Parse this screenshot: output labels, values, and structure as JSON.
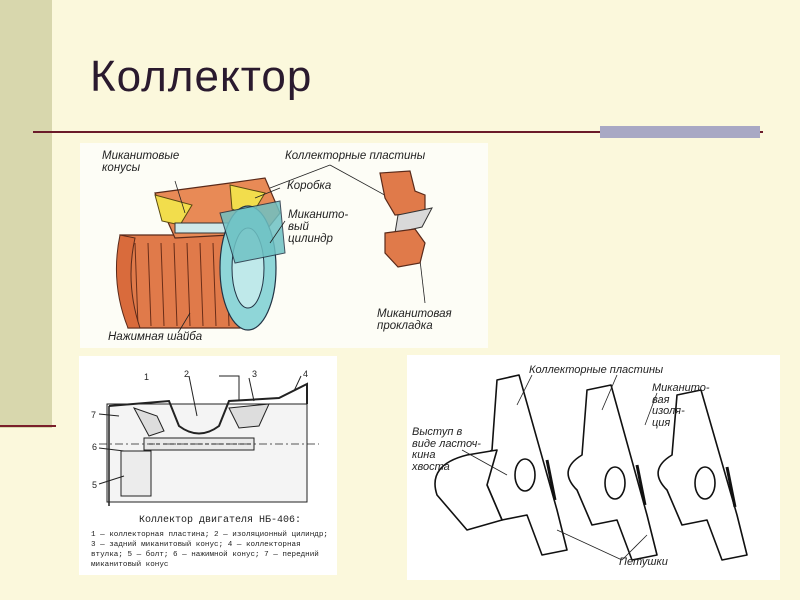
{
  "slide": {
    "title": "Коллектор"
  },
  "figure1": {
    "labels": {
      "micanite_cones": "Миканитовые\nконусы",
      "collector_plates": "Коллекторные пластины",
      "box": "Коробка",
      "micanite_cylinder": "Миканито-\nвый\nцилиндр",
      "pressure_washer": "Нажимная шайба",
      "micanite_gasket": "Миканитовая\nпрокладка"
    }
  },
  "figure2": {
    "numbers": [
      "1",
      "2",
      "3",
      "4",
      "5",
      "6",
      "7"
    ],
    "caption_title": "Коллектор двигателя НБ-406:",
    "caption_text": "1 — коллекторная пластина; 2 — изоляционный цилиндр; 3 — задний миканитовый конус; 4 — коллекторная втулка; 5 — болт; 6 — нажимной конус; 7 — передний миканитовый конус"
  },
  "figure3": {
    "labels": {
      "collector_plates": "Коллекторные пластины",
      "micanite_insulation": "Миканито-\nвая\nизоля-\nция",
      "dovetail": "Выступ в\nвиде ласточ-\nкина\nхвоста",
      "risers": "Петушки"
    }
  },
  "colors": {
    "accent_bar": "#d8d7ad",
    "title_rule": "#6b1b2a",
    "rule_block": "#a8a8c4",
    "copper": "#e07a4a",
    "mica": "#f2dd4c",
    "insulation_cyan": "#8fd6d8"
  }
}
